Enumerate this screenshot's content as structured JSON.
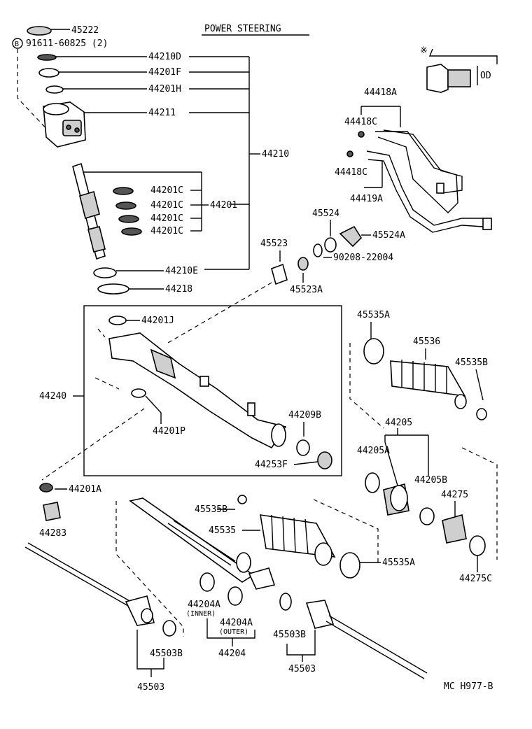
{
  "title": "POWER STEERING",
  "footer_code": "MC H977-B",
  "note_symbol": "※",
  "od_label": "OD",
  "bolt_marker": "B",
  "labels": {
    "p45222": "45222",
    "p91611": "91611-60825 (2)",
    "p44210D": "44210D",
    "p44201F": "44201F",
    "p44201H": "44201H",
    "p44211": "44211",
    "p44210": "44210",
    "p44201C_1": "44201C",
    "p44201C_2": "44201C",
    "p44201C_3": "44201C",
    "p44201C_4": "44201C",
    "p44201": "44201",
    "p44210E": "44210E",
    "p44218": "44218",
    "p44418A": "44418A",
    "p44418C_1": "44418C",
    "p44418C_2": "44418C",
    "p44419A": "44419A",
    "p45524": "45524",
    "p45524A": "45524A",
    "p90208": "90208-22004",
    "p45523": "45523",
    "p45523A": "45523A",
    "p44201J": "44201J",
    "p44240": "44240",
    "p44201P": "44201P",
    "p44209B": "44209B",
    "p44253F": "44253F",
    "p45535A_top": "45535A",
    "p45536": "45536",
    "p45535B_top": "45535B",
    "p44205": "44205",
    "p44205A": "44205A",
    "p44205B": "44205B",
    "p44275": "44275",
    "p44275C": "44275C",
    "p44201A": "44201A",
    "p44283": "44283",
    "p45535B_mid": "45535B",
    "p45535": "45535",
    "p45535A_mid": "45535A",
    "p44204A_inner": "44204A",
    "p44204A_inner_note": "(INNER)",
    "p44204A_outer": "44204A",
    "p44204A_outer_note": "(OUTER)",
    "p44204": "44204",
    "p45503B_left": "45503B",
    "p45503_left": "45503",
    "p45503B_right": "45503B",
    "p45503_right": "45503"
  }
}
